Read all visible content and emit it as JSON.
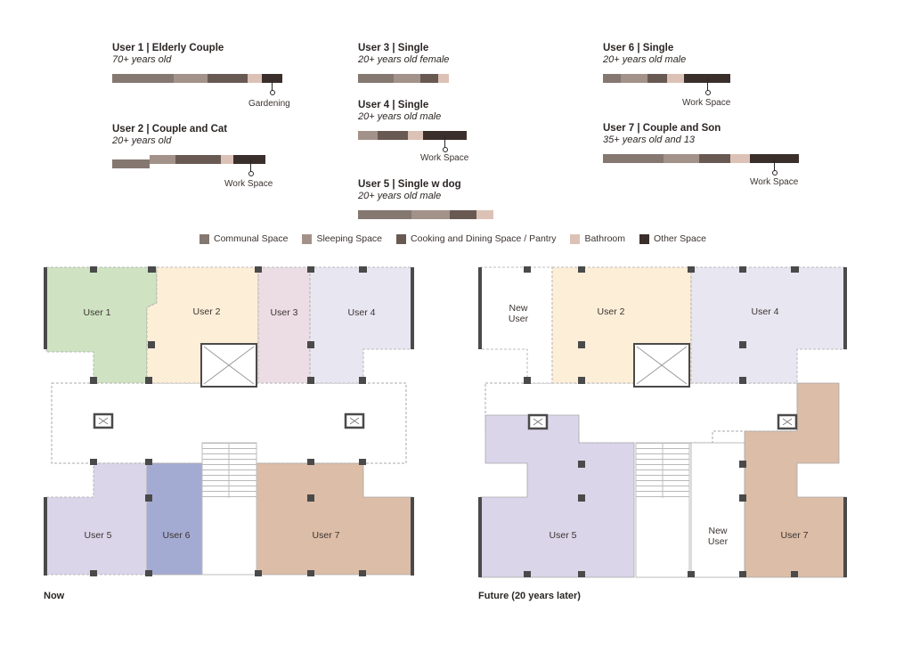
{
  "colors": {
    "communal": "#857870",
    "sleeping": "#a39289",
    "cooking": "#685a53",
    "bathroom": "#dcc2b6",
    "other": "#3b2f2c",
    "user1_room": "#cfe3c2",
    "user2_room": "#fdeed8",
    "user3_room": "#ecdde4",
    "user4_room": "#e8e6f1",
    "user5_room": "#dbd5ea",
    "user6_room": "#a4abd3",
    "user7_room": "#dcbda7",
    "wall": "#4a4a4a"
  },
  "profiles": [
    {
      "title": "User 1 | Elderly Couple",
      "subtitle": "70+ years old",
      "note": "Gardening"
    },
    {
      "title": "User 2 | Couple and Cat",
      "subtitle": "20+ years old",
      "note": "Work Space"
    },
    {
      "title": "User 3 | Single",
      "subtitle": "20+ years old female",
      "note": ""
    },
    {
      "title": "User 4 | Single",
      "subtitle": "20+ years old male",
      "note": "Work Space"
    },
    {
      "title": "User 5 | Single w dog",
      "subtitle": "20+ years old male",
      "note": ""
    },
    {
      "title": "User 6 | Single",
      "subtitle": "20+ years old male",
      "note": "Work Space"
    },
    {
      "title": "User 7 | Couple and Son",
      "subtitle": "35+ years old and 13",
      "note": "Work Space"
    }
  ],
  "legend": [
    {
      "label": "Communal Space",
      "color": "#857870"
    },
    {
      "label": "Sleeping Space",
      "color": "#a39289"
    },
    {
      "label": "Cooking and Dining Space / Pantry",
      "color": "#685a53"
    },
    {
      "label": "Bathroom",
      "color": "#dcc2b6"
    },
    {
      "label": "Other Space",
      "color": "#3b2f2c"
    }
  ],
  "plans": {
    "now": {
      "caption": "Now",
      "rooms": {
        "user1": "User 1",
        "user2": "User 2",
        "user3": "User 3",
        "user4": "User 4",
        "user5": "User 5",
        "user6": "User 6",
        "user7": "User 7"
      }
    },
    "future": {
      "caption": "Future (20 years later)",
      "rooms": {
        "new_user_top": "New\nUser",
        "user2": "User 2",
        "user4": "User 4",
        "user5": "User 5",
        "new_user_bottom": "New\nUser",
        "user7": "User 7"
      }
    }
  }
}
